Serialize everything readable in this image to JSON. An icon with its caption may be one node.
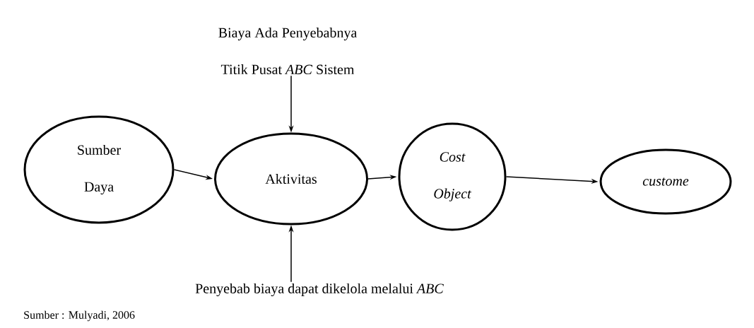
{
  "diagram": {
    "caption": "Sumber : Mulyadi, 2006",
    "nodes": [
      {
        "text": [
          "Sumber Daya"
        ]
      },
      {
        "text": [
          "Aktivitas"
        ]
      },
      {
        "text": [
          "Cost Object"
        ]
      },
      {
        "text": [
          "custome"
        ]
      },
      {
        "text": [
          "Biaya Ada Penyebabnya",
          "Titik Pusat *ABC* Sistem"
        ]
      },
      {
        "text": [
          "Penyebab biaya dapat dikelola melalui *ABC*"
        ]
      }
    ],
    "edges": [
      {
        "from": 0,
        "to": 1,
        "arrow": "to"
      },
      {
        "from": 1,
        "to": 2,
        "arrow": "to"
      },
      {
        "from": 2,
        "to": 3,
        "arrow": "to"
      },
      {
        "from": 4,
        "to": 1,
        "arrow": "to"
      },
      {
        "from": 5,
        "to": 1,
        "arrow": "to"
      }
    ]
  }
}
